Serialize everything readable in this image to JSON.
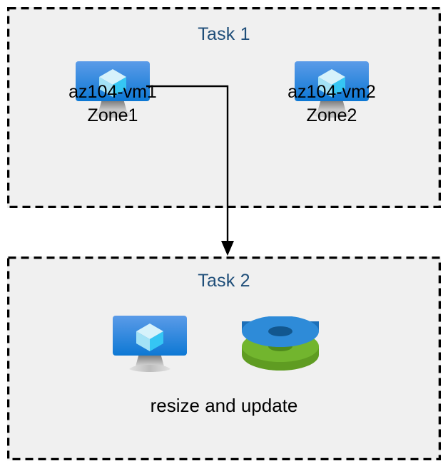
{
  "diagram": {
    "title": "Azure VM tasks diagram",
    "background_color": "#ffffff",
    "box_fill_color": "#f0f0f0",
    "box_border_color": "#000000",
    "title_color": "#1F4E79",
    "text_color": "#000000",
    "connector_color": "#000000"
  },
  "task1": {
    "title": "Task 1",
    "vms": [
      {
        "icon": "azure-virtual-machine-icon",
        "name": "az104-vm1",
        "zone": "Zone1"
      },
      {
        "icon": "azure-virtual-machine-icon",
        "name": "az104-vm2",
        "zone": "Zone2"
      }
    ]
  },
  "task2": {
    "title": "Task 2",
    "icons": [
      {
        "icon": "azure-virtual-machine-icon"
      },
      {
        "icon": "azure-managed-disks-icon"
      }
    ],
    "caption": "resize and update"
  },
  "connector": {
    "from": "az104-vm1",
    "to": "Task 2",
    "style": "elbow-arrow"
  },
  "colors": {
    "vm_screen_top": "#5B9BE8",
    "vm_screen_bottom": "#0D78D4",
    "vm_cube_top": "#D6F2FB",
    "vm_cube_left": "#A8E4F7",
    "vm_cube_right": "#32C5F4",
    "vm_stand": "#9E9E9E",
    "disk_blue": "#2E8BD8",
    "disk_blue_dark": "#1565A8",
    "disk_green": "#6FB22C",
    "disk_green_dark": "#4E8B1C"
  }
}
